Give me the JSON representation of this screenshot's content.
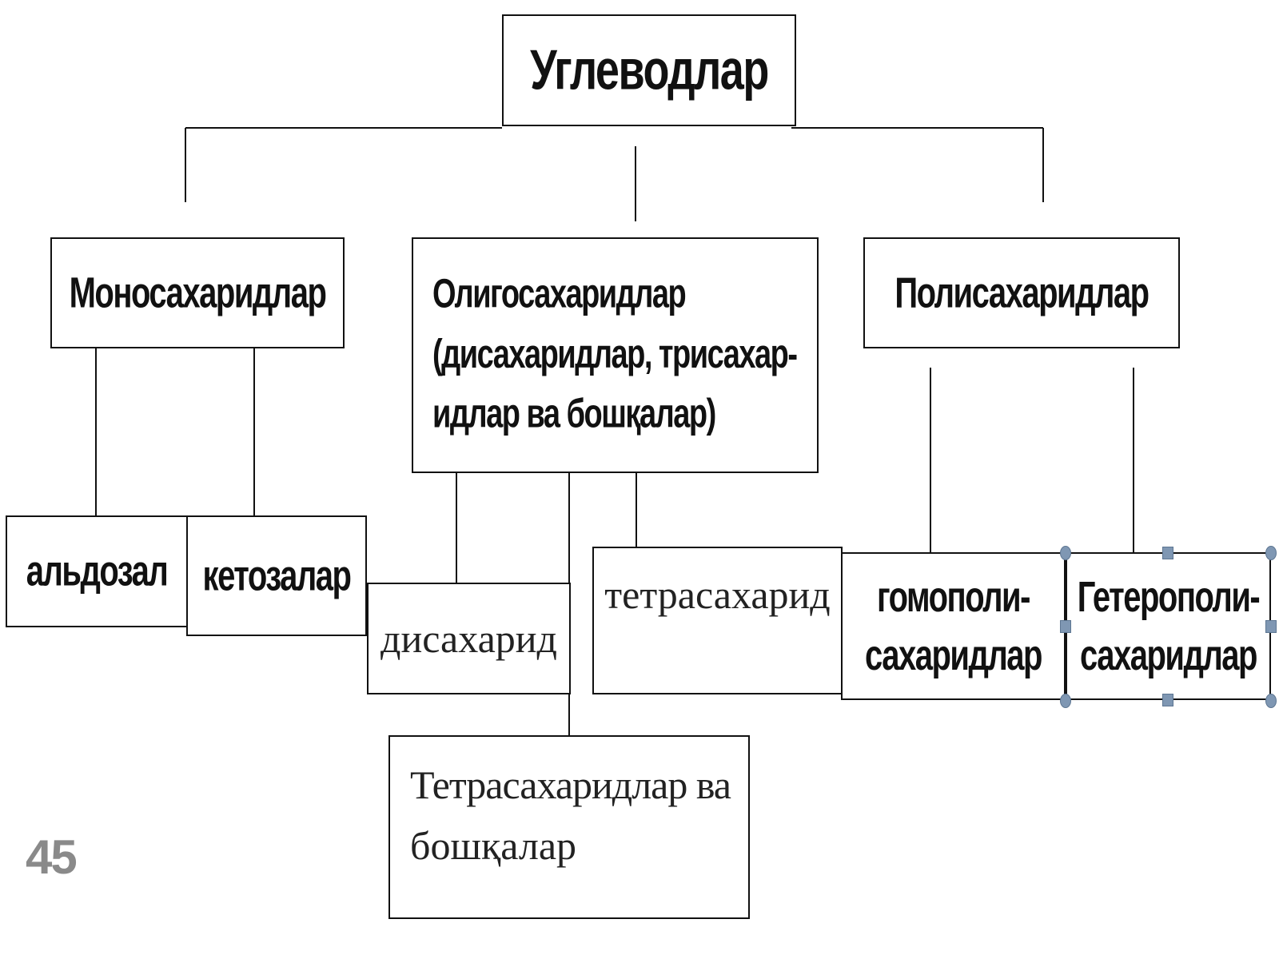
{
  "diagram": {
    "root": "Углеводлар",
    "categories": {
      "mono": "Моносахаридлар",
      "oligo_lines": [
        "Олигосахаридлар",
        "(дисахаридлар, трисахар-",
        "идлар ва бошқалар)"
      ],
      "poly": "Полисахаридлар"
    },
    "leaves": {
      "aldoses": "альдозал",
      "ketoses": "кетозалар",
      "disaccharide": "дисахарид",
      "tetrasaccharide": "тетрасахарид",
      "tetra_others_lines": [
        "Тетрасахаридлар ва",
        "бошқалар"
      ],
      "homo_lines": [
        "гомополи-",
        "сахаридлар"
      ],
      "hetero_lines": [
        "Гетерополи-",
        "сахаридлар"
      ]
    },
    "handle_color": "#7f97b3"
  },
  "page_number": "45"
}
